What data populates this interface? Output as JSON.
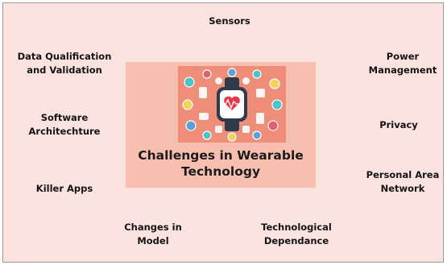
{
  "diagram": {
    "center": {
      "title_line1": "Challenges in Wearable",
      "title_line2": "Technology",
      "image_icon": "wearable-devices-collage-icon"
    },
    "nodes": {
      "sensors": [
        "Sensors"
      ],
      "data_qualification": [
        "Data Qualification",
        "and Validation"
      ],
      "power_management": [
        "Power",
        "Management"
      ],
      "software_architecture": [
        "Software",
        "Architechture"
      ],
      "privacy": [
        "Privacy"
      ],
      "killer_apps": [
        "Killer Apps"
      ],
      "personal_area_network": [
        "Personal Area",
        "Network"
      ],
      "changes_in_model": [
        "Changes in",
        "Model"
      ],
      "technological_dependance": [
        "Technological",
        "Dependance"
      ]
    },
    "colors": {
      "background": "#fde3e0",
      "center_box": "#f8bfb0",
      "image_background": "#ee8e78",
      "text": "#141414"
    }
  }
}
